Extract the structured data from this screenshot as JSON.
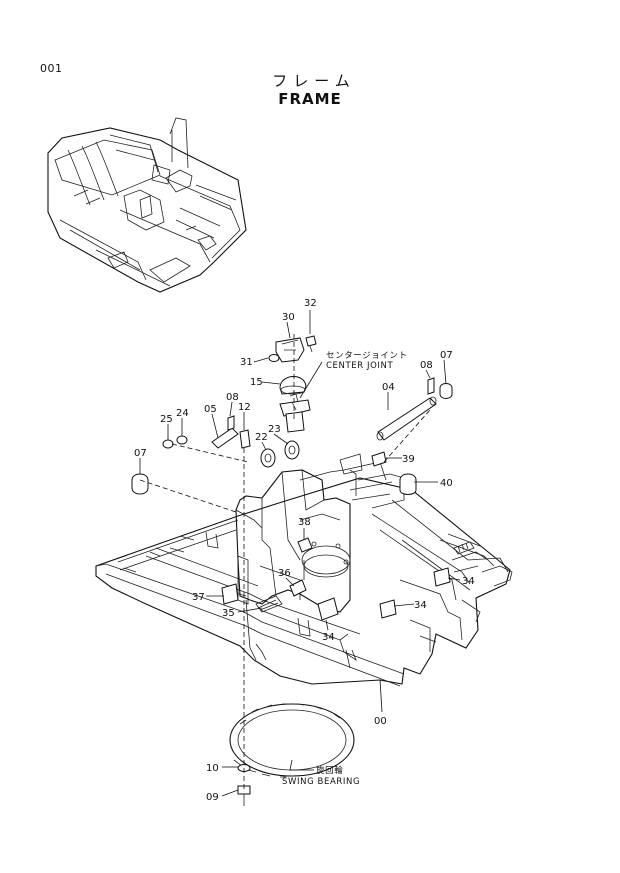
{
  "page_number": "001",
  "title_jp": "フレーム",
  "title_en": "FRAME",
  "notes": {
    "center_joint_jp": "センタージョイント",
    "center_joint_en": "CENTER  JOINT",
    "swing_bearing_jp": "旋回輪",
    "swing_bearing_en": "SWING BEARING"
  },
  "part_labels": {
    "p30": "30",
    "p32": "32",
    "p31": "31",
    "p15": "15",
    "p08a": "08",
    "p07a": "07",
    "p04": "04",
    "p05": "05",
    "p08b": "08",
    "p12": "12",
    "p25": "25",
    "p24": "24",
    "p22": "22",
    "p23": "23",
    "p07b": "07",
    "p39": "39",
    "p40": "40",
    "p38": "38",
    "p37": "37",
    "p36": "36",
    "p35": "35",
    "p34a": "34",
    "p34b": "34",
    "p34c": "34",
    "p00": "00",
    "p10": "10",
    "p09": "09"
  }
}
